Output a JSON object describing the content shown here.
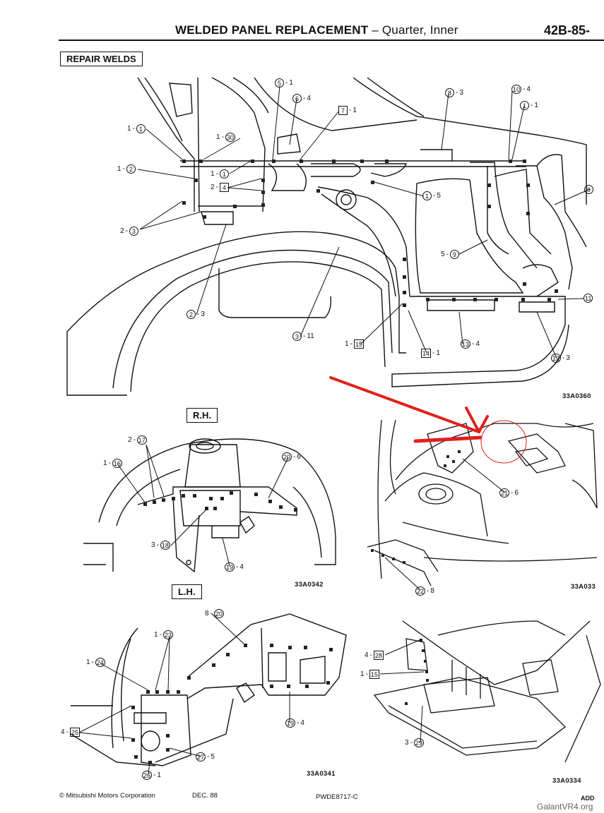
{
  "header": {
    "title_bold": "WELDED PANEL REPLACEMENT",
    "title_rest": " – Quarter, Inner",
    "page": "42B-85-"
  },
  "section_label": "REPAIR WELDS",
  "views": {
    "rh": "R.H.",
    "lh": "L.H."
  },
  "figure_codes": {
    "main": "33A0360",
    "rh": "33A0342",
    "right_mid": "33A033",
    "lh": "33A0341",
    "bottom_right": "33A0334"
  },
  "callouts_main": [
    {
      "qty": "1",
      "num": "1",
      "boxed": false
    },
    {
      "qty": "1",
      "num": "2",
      "boxed": false
    },
    {
      "qty": "2",
      "num": "3",
      "boxed": false
    },
    {
      "qty": "1",
      "num": "1",
      "boxed": false
    },
    {
      "qty": "2",
      "num": "4",
      "boxed": true
    },
    {
      "qty": "1",
      "num": "30",
      "boxed": false
    },
    {
      "num": "5",
      "qty": "1",
      "boxed": false
    },
    {
      "num": "6",
      "qty": "4",
      "boxed": false
    },
    {
      "num": "7",
      "qty": "1",
      "boxed": true
    },
    {
      "num": "8",
      "qty": "3",
      "boxed": false
    },
    {
      "num": "10",
      "qty": "4",
      "boxed": false
    },
    {
      "num": "1",
      "qty": "1",
      "boxed": false
    },
    {
      "num": "1",
      "qty": "5",
      "boxed": false
    },
    {
      "num": "9",
      "qty": "",
      "boxed": false
    },
    {
      "qty": "5",
      "num": "9",
      "boxed": false
    },
    {
      "num": "11",
      "qty": "",
      "boxed": false
    },
    {
      "num": "2",
      "qty": "3",
      "boxed": false
    },
    {
      "num": "3",
      "qty": "11",
      "boxed": false
    },
    {
      "qty": "1",
      "num": "15",
      "boxed": true
    },
    {
      "num": "14",
      "qty": "1",
      "boxed": true
    },
    {
      "num": "13",
      "qty": "4",
      "boxed": false
    },
    {
      "num": "12",
      "qty": "3",
      "boxed": false
    }
  ],
  "callouts_rh": [
    {
      "qty": "2",
      "num": "17"
    },
    {
      "qty": "1",
      "num": "16"
    },
    {
      "num": "20",
      "qty": "6"
    },
    {
      "qty": "3",
      "num": "18"
    },
    {
      "num": "19",
      "qty": "4"
    }
  ],
  "callouts_right_mid": [
    {
      "num": "21",
      "qty": "6"
    },
    {
      "num": "22",
      "qty": "8"
    }
  ],
  "callouts_lh": [
    {
      "qty": "8",
      "num": "20"
    },
    {
      "qty": "1",
      "num": "23"
    },
    {
      "qty": "1",
      "num": "24"
    },
    {
      "qty": "4",
      "num": "25",
      "boxed": true
    },
    {
      "num": "27",
      "qty": "5"
    },
    {
      "num": "26",
      "qty": "1"
    },
    {
      "num": "19",
      "qty": "4"
    }
  ],
  "callouts_bottom_right": [
    {
      "qty": "4",
      "num": "28",
      "boxed": true
    },
    {
      "qty": "1",
      "num": "15",
      "boxed": true
    },
    {
      "qty": "3",
      "num": "29"
    }
  ],
  "annotation": {
    "arrow_color": "#e0201c",
    "circle_color": "#e0201c"
  },
  "footer": {
    "copyright": "© Mitsubishi Motors Corporation",
    "date": "DEC. 88",
    "pub": "PWDE8717-C",
    "add": "ADD",
    "watermark": "GalantVR4.org"
  }
}
